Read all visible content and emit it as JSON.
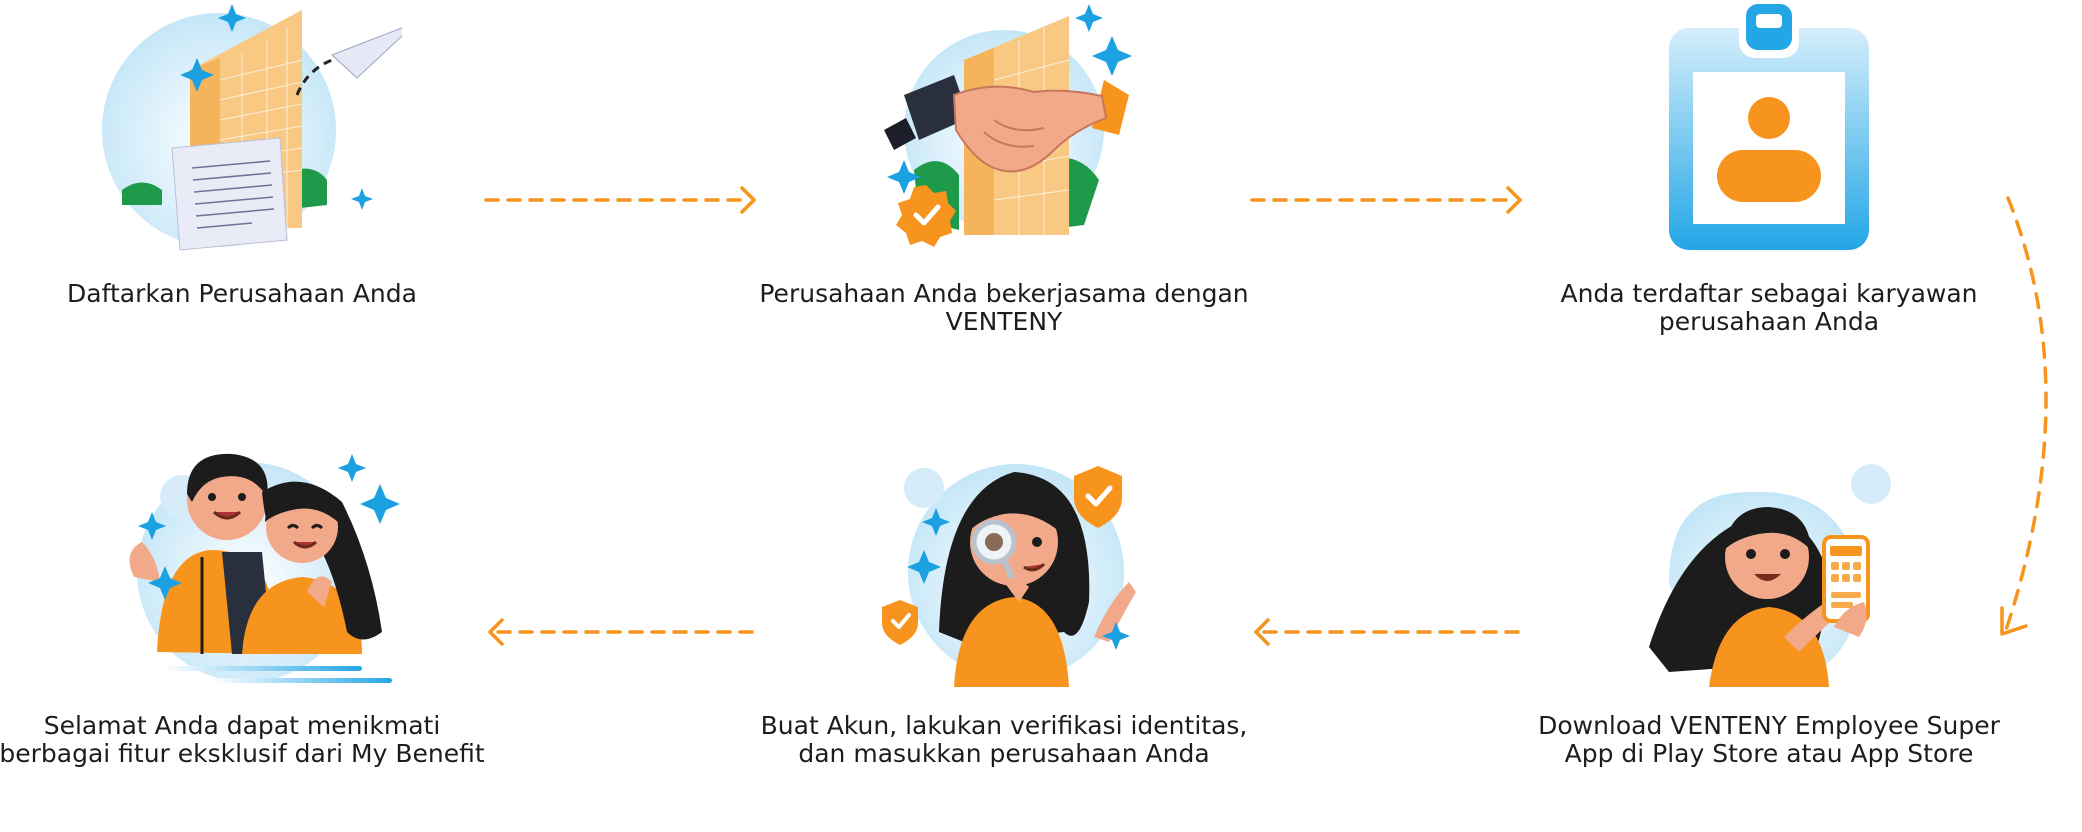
{
  "colors": {
    "accent_orange": "#F7941D",
    "accent_blue": "#1BA1E2",
    "building": "#F9C983",
    "skin": "#F2A98A",
    "hair": "#1c1c1c",
    "green": "#1F9A4A"
  },
  "steps": [
    {
      "caption": [
        "Daftarkan Perusahaan Anda"
      ],
      "icon": "building-with-paper-plane-icon"
    },
    {
      "caption": [
        "Perusahaan Anda bekerjasama dengan",
        "VENTENY"
      ],
      "icon": "handshake-icon"
    },
    {
      "caption": [
        "Anda terdaftar sebagai karyawan",
        "perusahaan Anda"
      ],
      "icon": "employee-id-card-icon"
    },
    {
      "caption": [
        "Selamat Anda dapat menikmati",
        "berbagai fitur eksklusif dari My Benefit"
      ],
      "icon": "happy-couple-icon"
    },
    {
      "caption": [
        "Buat Akun, lakukan verifikasi identitas,",
        "dan masukkan perusahaan Anda"
      ],
      "icon": "identity-verification-icon"
    },
    {
      "caption": [
        "Download VENTENY Employee Super",
        "App di Play Store atau App Store"
      ],
      "icon": "woman-with-phone-icon"
    }
  ]
}
